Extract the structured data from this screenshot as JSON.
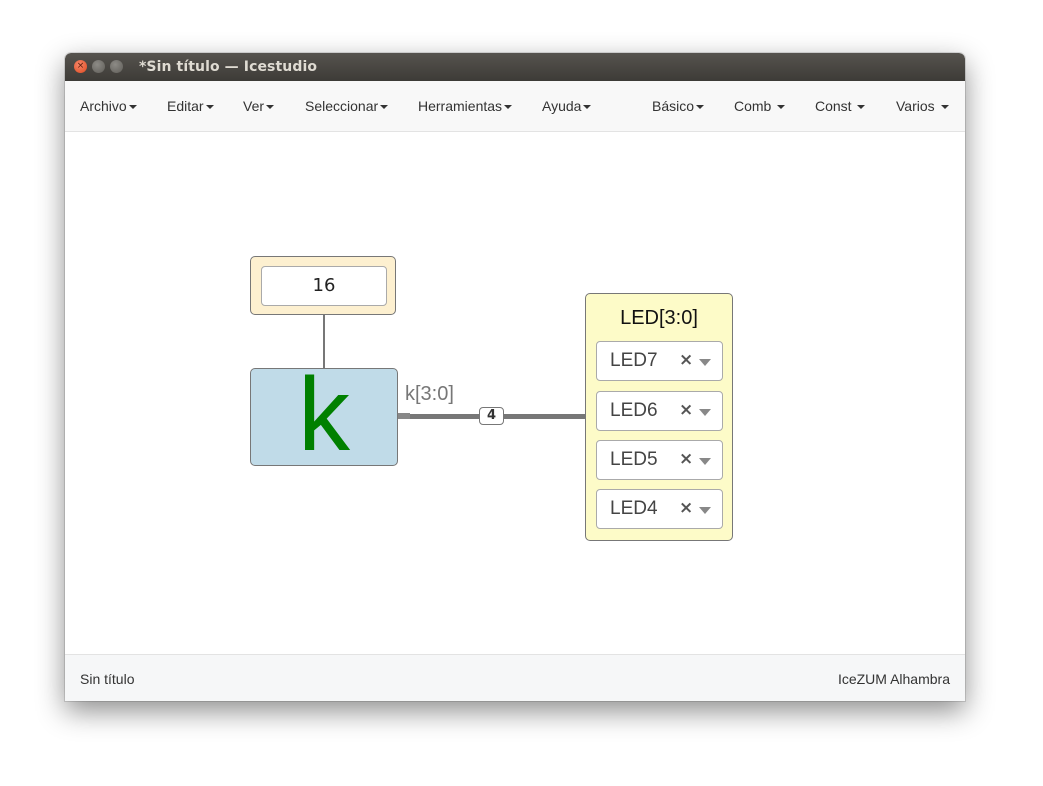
{
  "window": {
    "title": "*Sin título — Icestudio"
  },
  "menubar": {
    "left": [
      {
        "label": "Archivo"
      },
      {
        "label": "Editar"
      },
      {
        "label": "Ver"
      },
      {
        "label": "Seleccionar"
      },
      {
        "label": "Herramientas"
      },
      {
        "label": "Ayuda"
      }
    ],
    "right": [
      {
        "label": "Básico"
      },
      {
        "label": "Comb"
      },
      {
        "label": "Const"
      },
      {
        "label": "Varios"
      }
    ]
  },
  "diagram": {
    "constant": {
      "value": "16"
    },
    "code_block": {
      "letter": "k"
    },
    "port_label": "k[3:0]",
    "bus_width": "4",
    "output": {
      "title": "LED[3:0]",
      "pins": [
        {
          "value": "LED7",
          "clear": "×"
        },
        {
          "value": "LED6",
          "clear": "×"
        },
        {
          "value": "LED5",
          "clear": "×"
        },
        {
          "value": "LED4",
          "clear": "×"
        }
      ]
    }
  },
  "statusbar": {
    "left": "Sin título",
    "right": "IceZUM Alhambra"
  },
  "colors": {
    "constant_bg": "#fdf0d0",
    "code_block_bg": "#c0dbe8",
    "code_letter": "#008000",
    "output_bg": "#fdfbc8"
  }
}
